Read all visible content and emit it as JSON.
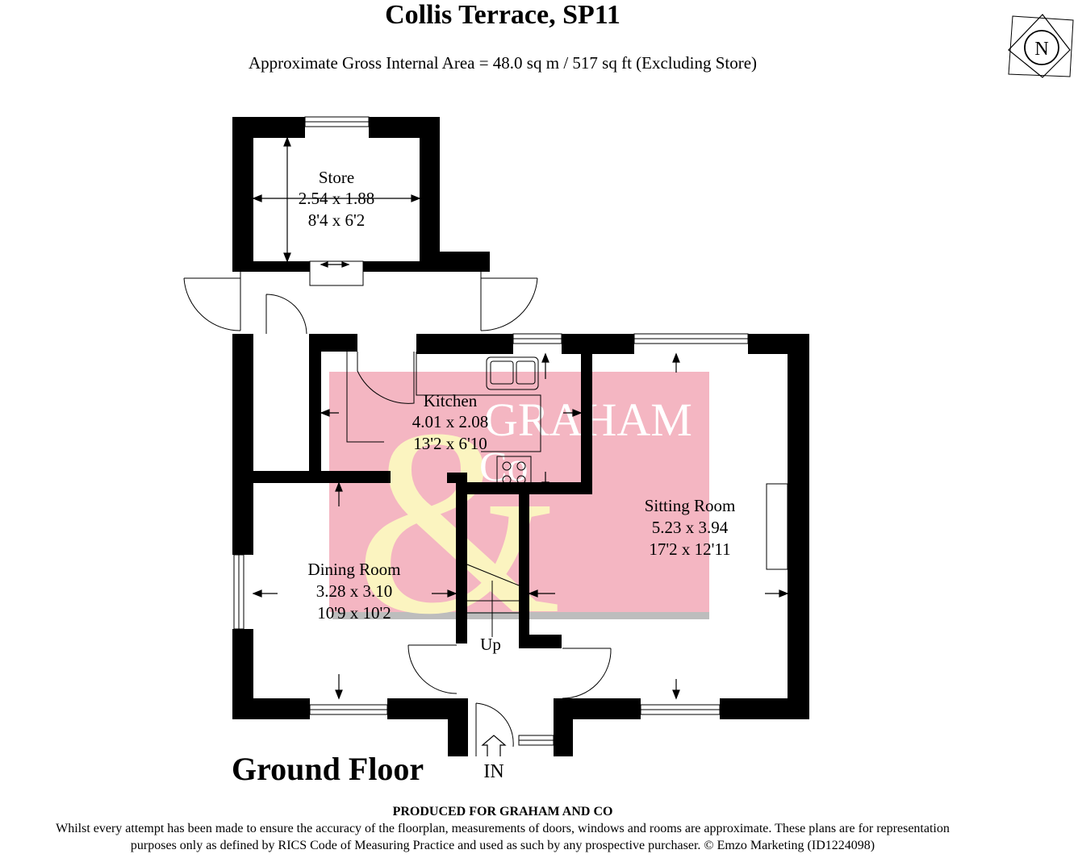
{
  "header": {
    "title": "Collis Terrace, SP11",
    "subtitle": "Approximate Gross Internal Area = 48.0 sq m / 517 sq ft (Excluding Store)"
  },
  "compass": {
    "label": "N"
  },
  "rooms": {
    "store": {
      "name": "Store",
      "metric": "2.54 x 1.88",
      "imperial": "8'4 x 6'2"
    },
    "kitchen": {
      "name": "Kitchen",
      "metric": "4.01 x 2.08",
      "imperial": "13'2 x 6'10"
    },
    "sitting": {
      "name": "Sitting Room",
      "metric": "5.23 x 3.94",
      "imperial": "17'2 x 12'11"
    },
    "dining": {
      "name": "Dining Room",
      "metric": "3.28 x 3.10",
      "imperial": "10'9 x 10'2"
    }
  },
  "labels": {
    "stairs": "Up",
    "entrance": "IN"
  },
  "watermark": {
    "brand_line1": "GRAHAM",
    "brand_line2": "Co",
    "ampersand": "&"
  },
  "floor": {
    "label": "Ground Floor"
  },
  "footer": {
    "produced": "PRODUCED FOR GRAHAM AND CO",
    "disclaimer_line1": "Whilst every attempt has been made to ensure the accuracy of the floorplan, measurements of doors, windows and rooms are approximate. These plans are for representation",
    "disclaimer_line2": "purposes only as defined by RICS Code of Measuring Practice and used as such by any prospective purchaser. © Emzo Marketing (ID1224098)"
  },
  "colors": {
    "wall": "#000000",
    "watermark_pink": "#f4b6c2",
    "watermark_cream": "#fbf4c0",
    "watermark_shadow": "#bdbdbd",
    "watermark_text": "#ffffff"
  }
}
